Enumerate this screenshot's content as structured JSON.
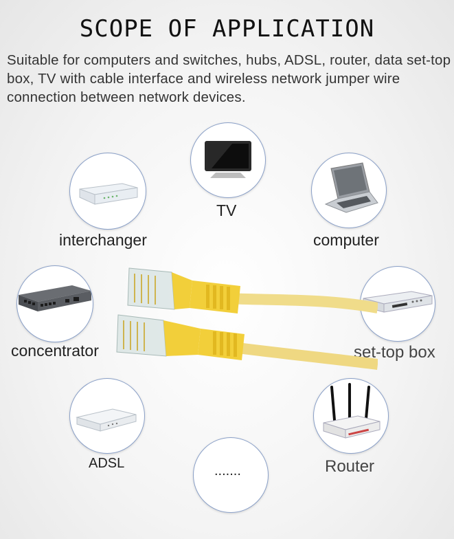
{
  "title": "SCOPE OF APPLICATION",
  "intro": "Suitable for computers and switches, hubs, ADSL, router, data set-top box, TV with cable interface and wireless network jumper wire connection between network devices.",
  "devices": {
    "tv": "TV",
    "interchanger": "interchanger",
    "computer": "computer",
    "concentrator": "concentrator",
    "settop": "set-top box",
    "adsl": "ADSL",
    "router": "Router",
    "more": "......."
  },
  "colors": {
    "accent_ring": "#8aa0c8",
    "cable_yellow": "#f2d34a"
  }
}
